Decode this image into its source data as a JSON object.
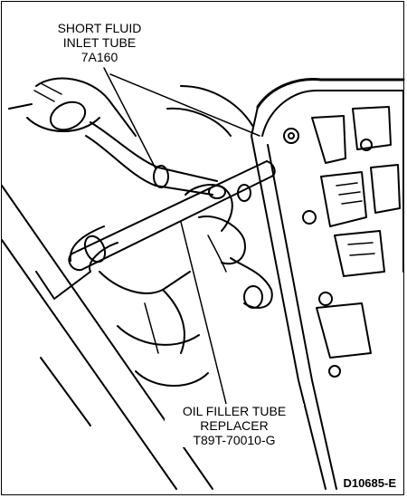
{
  "callouts": {
    "inlet_tube": {
      "line1": "SHORT FLUID",
      "line2": "INLET TUBE",
      "line3": "7A160"
    },
    "tool": {
      "line1": "OIL FILLER TUBE",
      "line2": "REPLACER",
      "line3": "T89T-70010-G"
    }
  },
  "figure_id": "D10685-E",
  "colors": {
    "ink": "#000000",
    "paper": "#ffffff"
  }
}
